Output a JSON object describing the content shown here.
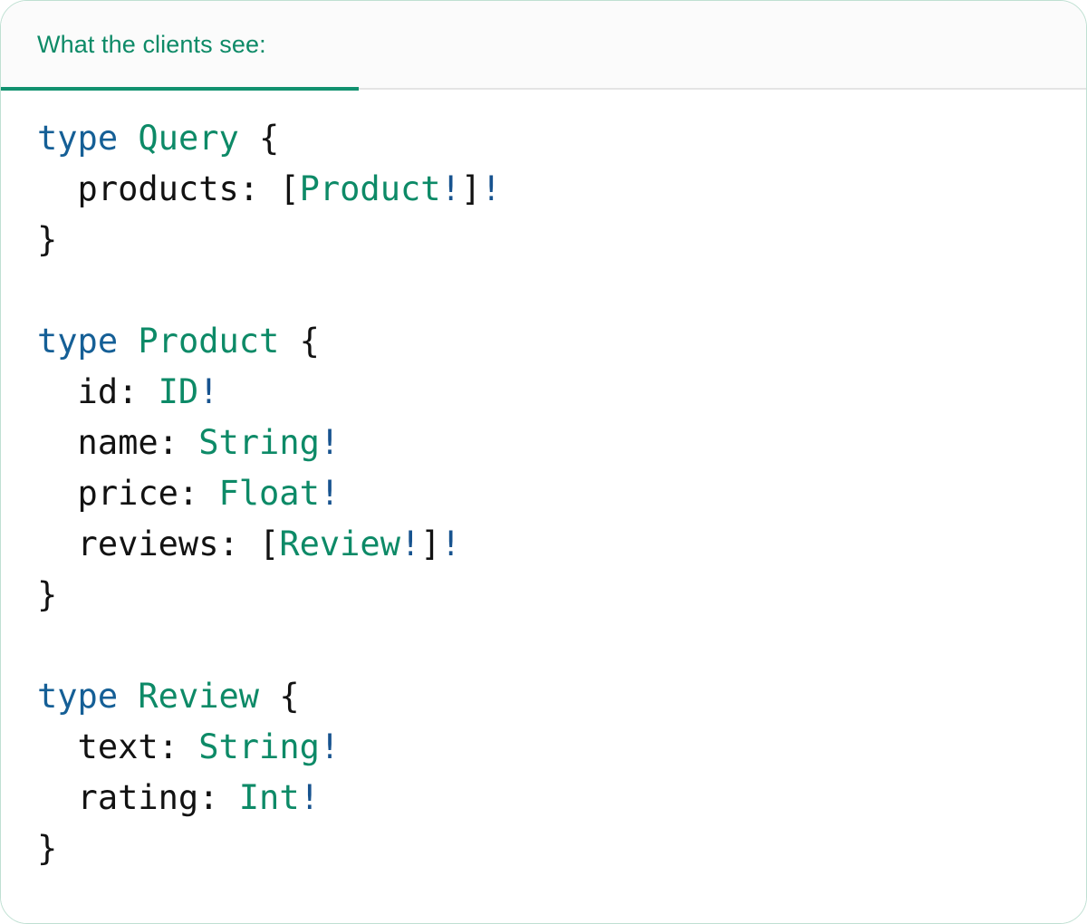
{
  "card": {
    "accent_green": "#11916f",
    "header_bg": "#fbfbfb",
    "body_bg": "#ffffff",
    "border_color": "#bfe0d2",
    "divider_color": "#e4e4e4"
  },
  "tabs": [
    {
      "label": "What the clients see:",
      "active": true
    }
  ],
  "syntax_colors": {
    "keyword": "#155f96",
    "type_name": "#0d8a67",
    "punctuation": "#121212",
    "non_null_bang": "#17538f",
    "field_name": "#121212"
  },
  "code": {
    "language": "graphql",
    "text": "type Query {\n  products: [Product!]!\n}\n\ntype Product {\n  id: ID!\n  name: String!\n  price: Float!\n  reviews: [Review!]!\n}\n\ntype Review {\n  text: String!\n  rating: Int!\n}",
    "lines": [
      {
        "index": 1,
        "tokens": [
          {
            "t": "type",
            "c": "keyword"
          },
          {
            "t": " ",
            "c": "punctuation"
          },
          {
            "t": "Query",
            "c": "type_name"
          },
          {
            "t": " {",
            "c": "punctuation"
          }
        ]
      },
      {
        "index": 2,
        "tokens": [
          {
            "t": "  products: ",
            "c": "field_name"
          },
          {
            "t": "[",
            "c": "punctuation"
          },
          {
            "t": "Product",
            "c": "type_name"
          },
          {
            "t": "!",
            "c": "non_null_bang"
          },
          {
            "t": "]",
            "c": "punctuation"
          },
          {
            "t": "!",
            "c": "non_null_bang"
          }
        ]
      },
      {
        "index": 3,
        "tokens": [
          {
            "t": "}",
            "c": "punctuation"
          }
        ]
      },
      {
        "index": 4,
        "tokens": []
      },
      {
        "index": 5,
        "tokens": [
          {
            "t": "type",
            "c": "keyword"
          },
          {
            "t": " ",
            "c": "punctuation"
          },
          {
            "t": "Product",
            "c": "type_name"
          },
          {
            "t": " {",
            "c": "punctuation"
          }
        ]
      },
      {
        "index": 6,
        "tokens": [
          {
            "t": "  id: ",
            "c": "field_name"
          },
          {
            "t": "ID",
            "c": "type_name"
          },
          {
            "t": "!",
            "c": "non_null_bang"
          }
        ]
      },
      {
        "index": 7,
        "tokens": [
          {
            "t": "  name: ",
            "c": "field_name"
          },
          {
            "t": "String",
            "c": "type_name"
          },
          {
            "t": "!",
            "c": "non_null_bang"
          }
        ]
      },
      {
        "index": 8,
        "tokens": [
          {
            "t": "  price: ",
            "c": "field_name"
          },
          {
            "t": "Float",
            "c": "type_name"
          },
          {
            "t": "!",
            "c": "non_null_bang"
          }
        ]
      },
      {
        "index": 9,
        "tokens": [
          {
            "t": "  reviews: ",
            "c": "field_name"
          },
          {
            "t": "[",
            "c": "punctuation"
          },
          {
            "t": "Review",
            "c": "type_name"
          },
          {
            "t": "!",
            "c": "non_null_bang"
          },
          {
            "t": "]",
            "c": "punctuation"
          },
          {
            "t": "!",
            "c": "non_null_bang"
          }
        ]
      },
      {
        "index": 10,
        "tokens": [
          {
            "t": "}",
            "c": "punctuation"
          }
        ]
      },
      {
        "index": 11,
        "tokens": []
      },
      {
        "index": 12,
        "tokens": [
          {
            "t": "type",
            "c": "keyword"
          },
          {
            "t": " ",
            "c": "punctuation"
          },
          {
            "t": "Review",
            "c": "type_name"
          },
          {
            "t": " {",
            "c": "punctuation"
          }
        ]
      },
      {
        "index": 13,
        "tokens": [
          {
            "t": "  text: ",
            "c": "field_name"
          },
          {
            "t": "String",
            "c": "type_name"
          },
          {
            "t": "!",
            "c": "non_null_bang"
          }
        ]
      },
      {
        "index": 14,
        "tokens": [
          {
            "t": "  rating: ",
            "c": "field_name"
          },
          {
            "t": "Int",
            "c": "type_name"
          },
          {
            "t": "!",
            "c": "non_null_bang"
          }
        ]
      },
      {
        "index": 15,
        "tokens": [
          {
            "t": "}",
            "c": "punctuation"
          }
        ]
      }
    ]
  }
}
